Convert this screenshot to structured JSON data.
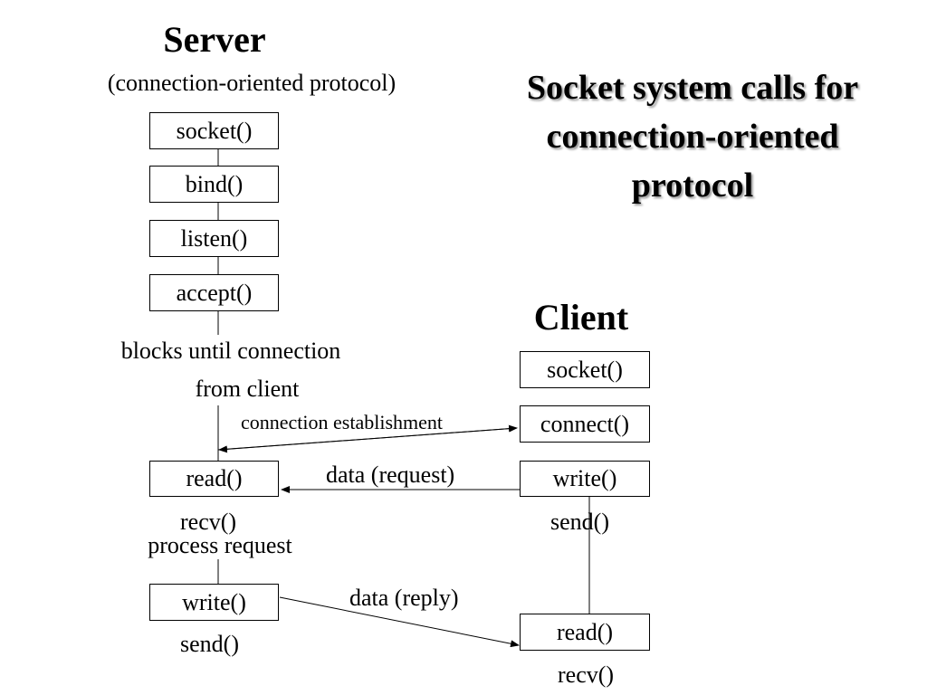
{
  "title": {
    "line1": "Socket system calls for",
    "line2": "connection-oriented",
    "line3": "protocol"
  },
  "server": {
    "heading": "Server",
    "subheading": "(connection-oriented protocol)",
    "calls": {
      "socket": "socket()",
      "bind": "bind()",
      "listen": "listen()",
      "accept": "accept()",
      "read": "read()",
      "write": "write()"
    },
    "block_note_1": "blocks until connection",
    "block_note_2": "from client",
    "read_alt": "recv()",
    "process_note": "process request",
    "write_alt": "send()"
  },
  "client": {
    "heading": "Client",
    "calls": {
      "socket": "socket()",
      "connect": "connect()",
      "write": "write()",
      "read": "read()"
    },
    "write_alt": "send()",
    "read_alt": "recv()"
  },
  "messages": {
    "connection": "connection establishment",
    "request": "data (request)",
    "reply": "data (reply)"
  }
}
